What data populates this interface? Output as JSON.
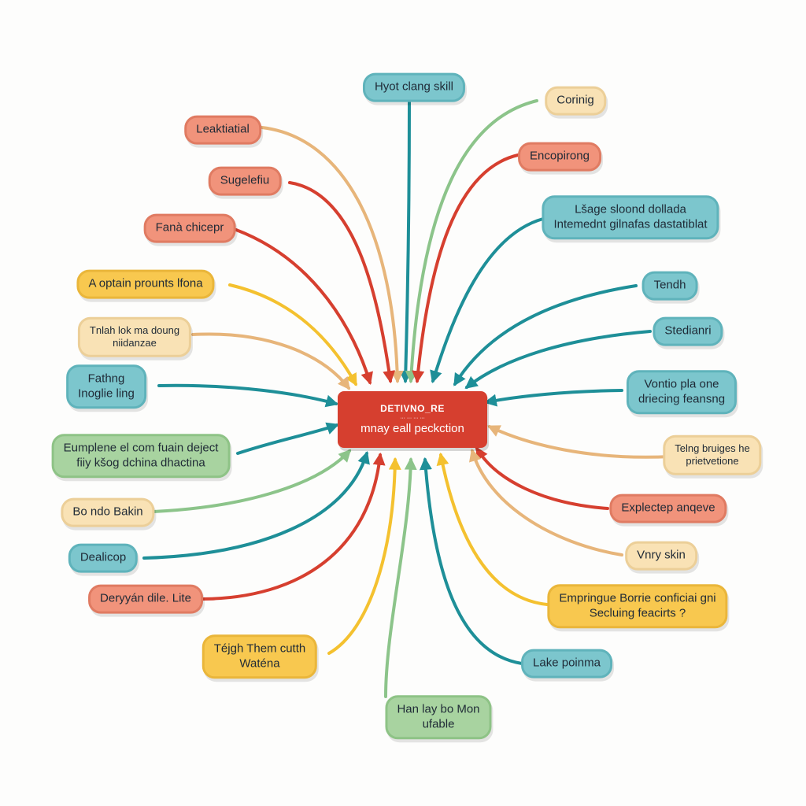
{
  "center": {
    "line1": "DETIVNO_RE",
    "line2": "ᐧᐧᐧ ᐧᐧᐧ ᐧᐧᐧ ᐧᐧᐧ",
    "line3": "mnay eall peckction",
    "color": "#d63f2f"
  },
  "nodes": [
    {
      "id": "n1",
      "lines": [
        "Hyot clang skill"
      ],
      "color": "teal"
    },
    {
      "id": "n2",
      "lines": [
        "Corinig"
      ],
      "color": "peach"
    },
    {
      "id": "n3",
      "lines": [
        "Leaktiatial"
      ],
      "color": "salmon"
    },
    {
      "id": "n4",
      "lines": [
        "Encopirong"
      ],
      "color": "salmon"
    },
    {
      "id": "n5",
      "lines": [
        "Sugelefiu"
      ],
      "color": "salmon"
    },
    {
      "id": "n6",
      "lines": [
        "Lšage sloond dollada",
        "Intemednt gilnafas dastatiblat"
      ],
      "color": "teal"
    },
    {
      "id": "n7",
      "lines": [
        "Fanà chicepr"
      ],
      "color": "salmon"
    },
    {
      "id": "n8",
      "lines": [
        "A optain prounts lfona"
      ],
      "color": "yellow"
    },
    {
      "id": "n9",
      "lines": [
        "Tendh"
      ],
      "color": "teal"
    },
    {
      "id": "n10",
      "lines": [
        "Tnlah lok ma doung",
        "niidanzae"
      ],
      "color": "peach"
    },
    {
      "id": "n11",
      "lines": [
        "Stedianri"
      ],
      "color": "teal"
    },
    {
      "id": "n12",
      "lines": [
        "Fathng",
        "Inoglie ling"
      ],
      "color": "teal"
    },
    {
      "id": "n13",
      "lines": [
        "Vontio pla one",
        "driecing feansng"
      ],
      "color": "teal"
    },
    {
      "id": "n14",
      "lines": [
        "Eumplene el com fuain deject",
        "fiiy kšog dchina dhactina"
      ],
      "color": "green"
    },
    {
      "id": "n15",
      "lines": [
        "Telng bruiges he",
        "prietvetione"
      ],
      "color": "peach"
    },
    {
      "id": "n16",
      "lines": [
        "Bo ndo Bakin"
      ],
      "color": "peach"
    },
    {
      "id": "n17",
      "lines": [
        "Explectep anqeve"
      ],
      "color": "salmon"
    },
    {
      "id": "n18",
      "lines": [
        "Dealicop"
      ],
      "color": "teal"
    },
    {
      "id": "n19",
      "lines": [
        "Vnry skin"
      ],
      "color": "peach"
    },
    {
      "id": "n20",
      "lines": [
        "Deryyán dile. Lite"
      ],
      "color": "salmon"
    },
    {
      "id": "n21",
      "lines": [
        "Empringue Borrie conficiai gni",
        "Secluing feacirts ?"
      ],
      "color": "yellow"
    },
    {
      "id": "n22",
      "lines": [
        "Téjgh Them cutth",
        "Waténa"
      ],
      "color": "yellow"
    },
    {
      "id": "n23",
      "lines": [
        "Lake poinma"
      ],
      "color": "teal"
    },
    {
      "id": "n24",
      "lines": [
        "Han lay bo Mon",
        "ufable"
      ],
      "color": "green"
    }
  ],
  "palette": {
    "teal": "#7cc6cd",
    "salmon": "#f1937b",
    "yellow": "#f8c84f",
    "peach": "#f9e2b5",
    "green": "#a8d3a0",
    "line_teal": "#1e8f98",
    "line_red": "#d63f2f",
    "line_yellow": "#f4c12f",
    "line_peach": "#e7b57a",
    "line_green": "#8cc48a"
  }
}
